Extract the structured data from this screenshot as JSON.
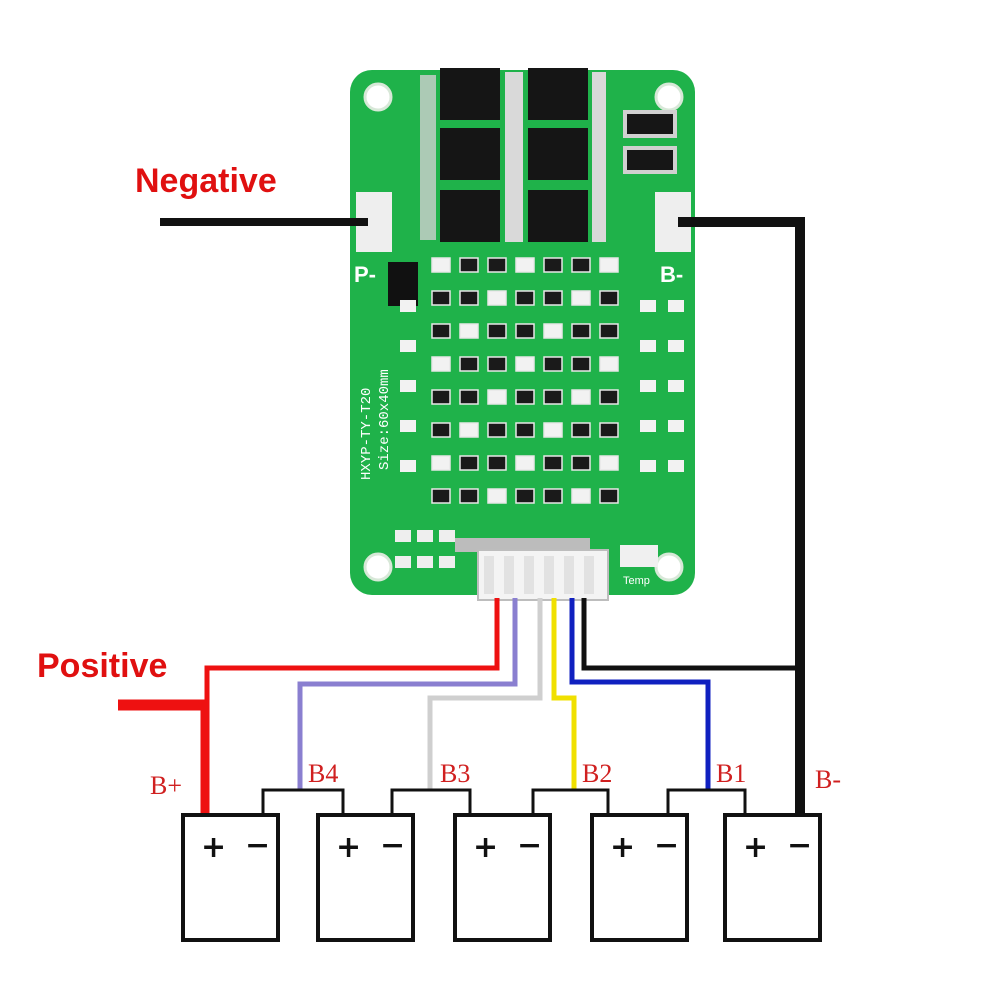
{
  "labels": {
    "negative": "Negative",
    "positive": "Positive"
  },
  "board": {
    "model_text": "HXYP-TY-T20",
    "size_text": "Size:60x40mm",
    "pad_p_minus": "P-",
    "pad_b_minus": "B-",
    "temp_text": "Temp"
  },
  "wires": {
    "b_plus": "B+",
    "b4": "B4",
    "b3": "B3",
    "b2": "B2",
    "b1": "B1",
    "b_minus": "B-"
  },
  "battery": {
    "plus": "+",
    "minus": "−"
  },
  "colors": {
    "negative_wire": "#111111",
    "positive_wire": "#ee1111",
    "b4_wire": "#8a7fd0",
    "b3_wire": "#c8c8c8",
    "b2_wire": "#f0e000",
    "b1_wire": "#1020c0",
    "pcb": "#1fb24a"
  }
}
